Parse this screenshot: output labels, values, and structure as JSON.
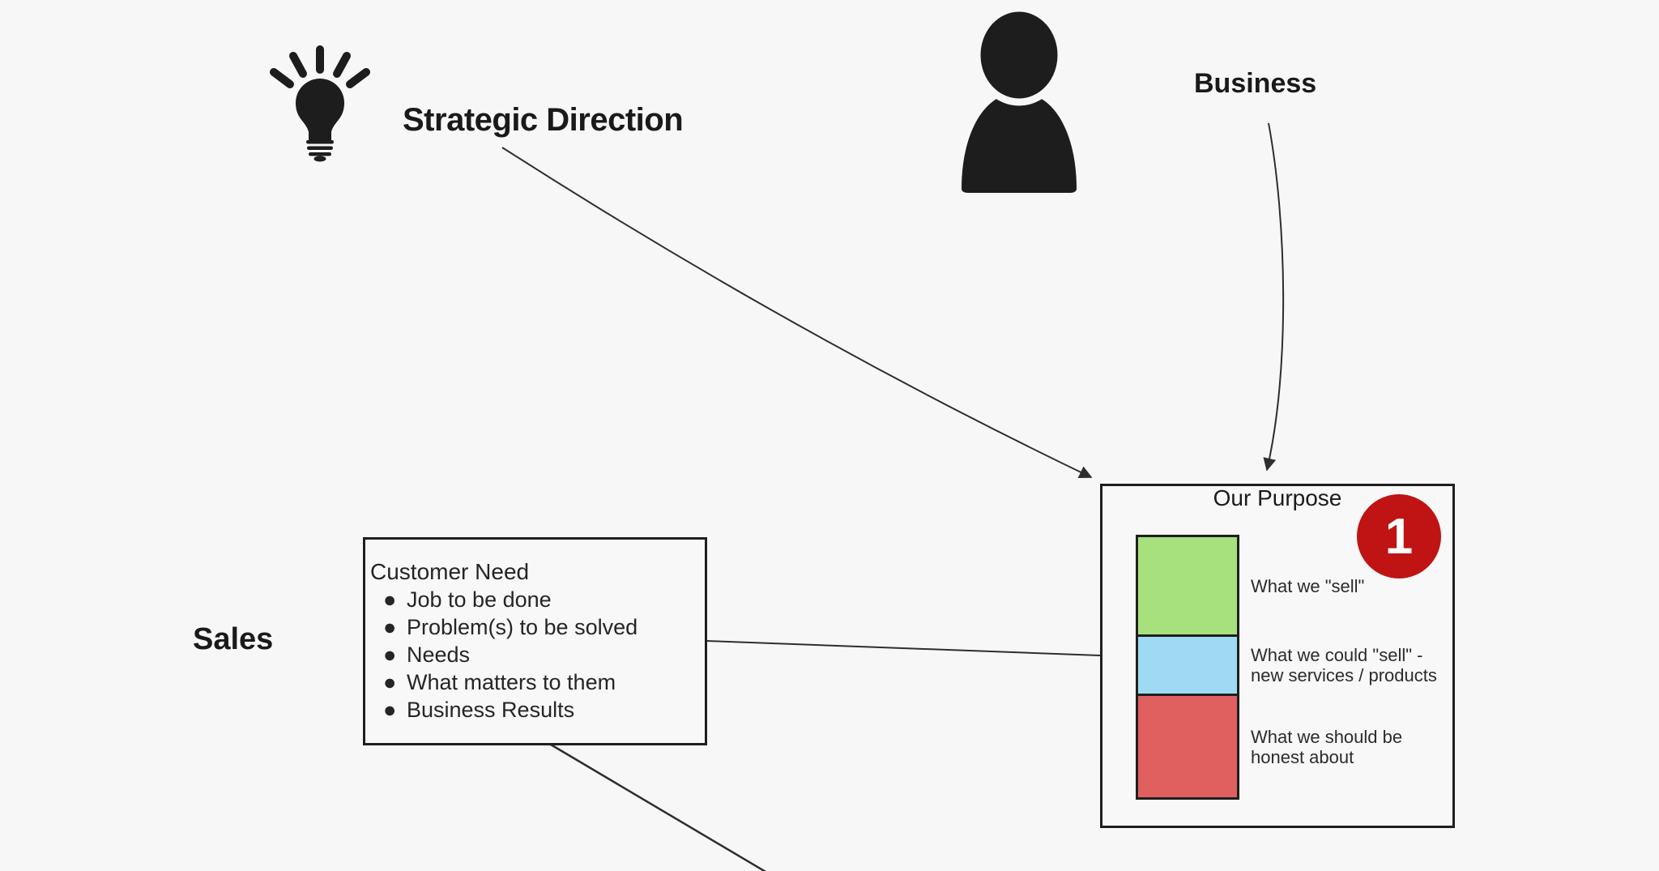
{
  "colors": {
    "background": "#f7f7f7",
    "ink": "#1d1d1d",
    "line": "#2e2e2e",
    "border": "#1f1f1f",
    "badge_red": "#c01414",
    "segment_green": "#a6e17d",
    "segment_blue": "#9edbf2",
    "segment_red": "#e05f5f"
  },
  "icons": {
    "strategic": "lightbulb-icon",
    "business": "person-icon"
  },
  "labels": {
    "strategic_direction": "Strategic Direction",
    "business": "Business",
    "sales": "Sales"
  },
  "customer_need": {
    "title": "Customer Need",
    "bullets": [
      "Job to be done",
      "Problem(s) to be solved",
      "Needs",
      "What matters to them",
      "Business Results"
    ]
  },
  "our_purpose": {
    "title": "Our Purpose",
    "badge": "1",
    "segments": [
      {
        "color": "#a6e17d",
        "lines": [
          "What we \"sell\""
        ]
      },
      {
        "color": "#9edbf2",
        "lines": [
          "What we could \"sell\" -",
          "new services / products"
        ]
      },
      {
        "color": "#e05f5f",
        "lines": [
          "What we should be",
          "honest about"
        ]
      }
    ]
  }
}
